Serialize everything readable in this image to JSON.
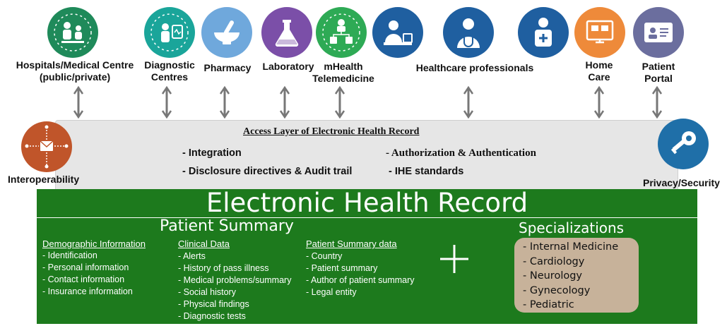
{
  "stakeholders": [
    {
      "label": "Hospitals/Medical Centre\n(public/private)",
      "icon": "hospital-network-icon",
      "color": "#1f8a5a"
    },
    {
      "label": "Diagnostic\nCentres",
      "icon": "diagnostic-icon",
      "color": "#1aa59a"
    },
    {
      "label": "Pharmacy",
      "icon": "mortar-pestle-icon",
      "color": "#6fa8dc"
    },
    {
      "label": "Laboratory",
      "icon": "flask-icon",
      "color": "#7b4fa8"
    },
    {
      "label": "mHealth\nTelemedicine",
      "icon": "telemedicine-network-icon",
      "color": "#2eaa55"
    },
    {
      "label": "Healthcare professionals",
      "icon": "doctor-desk-icon",
      "color": "#1f5fa0"
    },
    {
      "label": "",
      "icon": "doctor-stethoscope-icon",
      "color": "#1f5fa0"
    },
    {
      "label": "",
      "icon": "medical-professional-icon",
      "color": "#1f5fa0"
    },
    {
      "label": "Home\nCare",
      "icon": "home-monitor-icon",
      "color": "#ee8a3a"
    },
    {
      "label": "Patient\nPortal",
      "icon": "id-card-icon",
      "color": "#6b6e9e"
    }
  ],
  "access_layer": {
    "title": "Access Layer of Electronic Health Record",
    "items": [
      "- Integration",
      "- Disclosure directives & Audit trail",
      "- Authorization & Authentication",
      "- IHE standards"
    ]
  },
  "interoperability": {
    "label": "Interoperability",
    "icon": "interoperability-icon",
    "color": "#c0552a"
  },
  "privacy": {
    "label": "Privacy/Security",
    "icon": "key-icon",
    "color": "#1f6fa8"
  },
  "ehr": {
    "title": "Electronic Health Record"
  },
  "patient_summary": {
    "title": "Patient Summary",
    "columns": [
      {
        "heading": "Demographic Information",
        "items": [
          "- Identification",
          "- Personal information",
          "- Contact information",
          "- Insurance information"
        ]
      },
      {
        "heading": "Clinical Data",
        "items": [
          "- Alerts",
          "- History of pass illness",
          "- Medical problems/summary",
          "- Social history",
          "- Physical findings",
          "- Diagnostic tests"
        ]
      },
      {
        "heading": "Patient Summary data",
        "items": [
          "- Country",
          "- Patient summary",
          "- Author of patient summary",
          "- Legal entity"
        ]
      }
    ]
  },
  "plus_icon": "plus-icon",
  "specializations": {
    "title": "Specializations",
    "items": [
      "- Internal Medicine",
      "- Cardiology",
      "- Neurology",
      "- Gynecology",
      "- Pediatric"
    ]
  }
}
